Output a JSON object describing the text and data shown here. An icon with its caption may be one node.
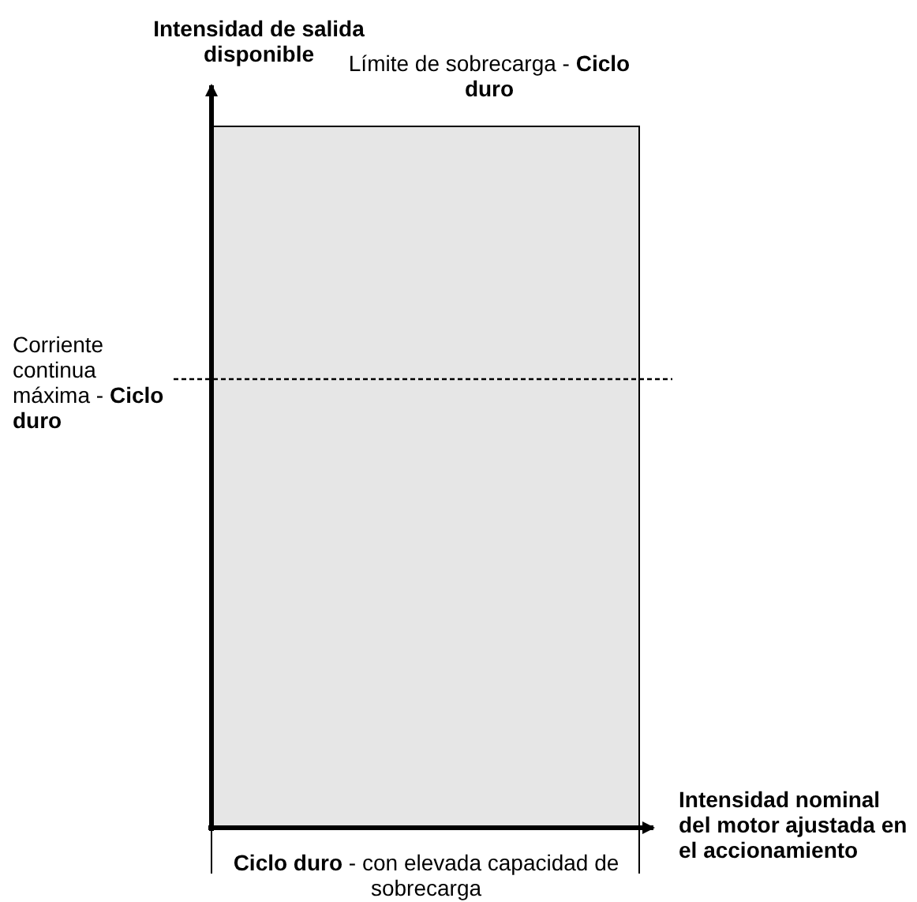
{
  "diagram": {
    "labels": [
      "Intensidad de salida disponible",
      "Límite de sobrecarga - **Ciclo duro**",
      "Corriente continua máxima - **Ciclo duro**",
      "Intensidad nominal del motor ajustada en el accionamiento",
      "**Ciclo duro** - con elevada capacidad de sobrecarga"
    ]
  }
}
